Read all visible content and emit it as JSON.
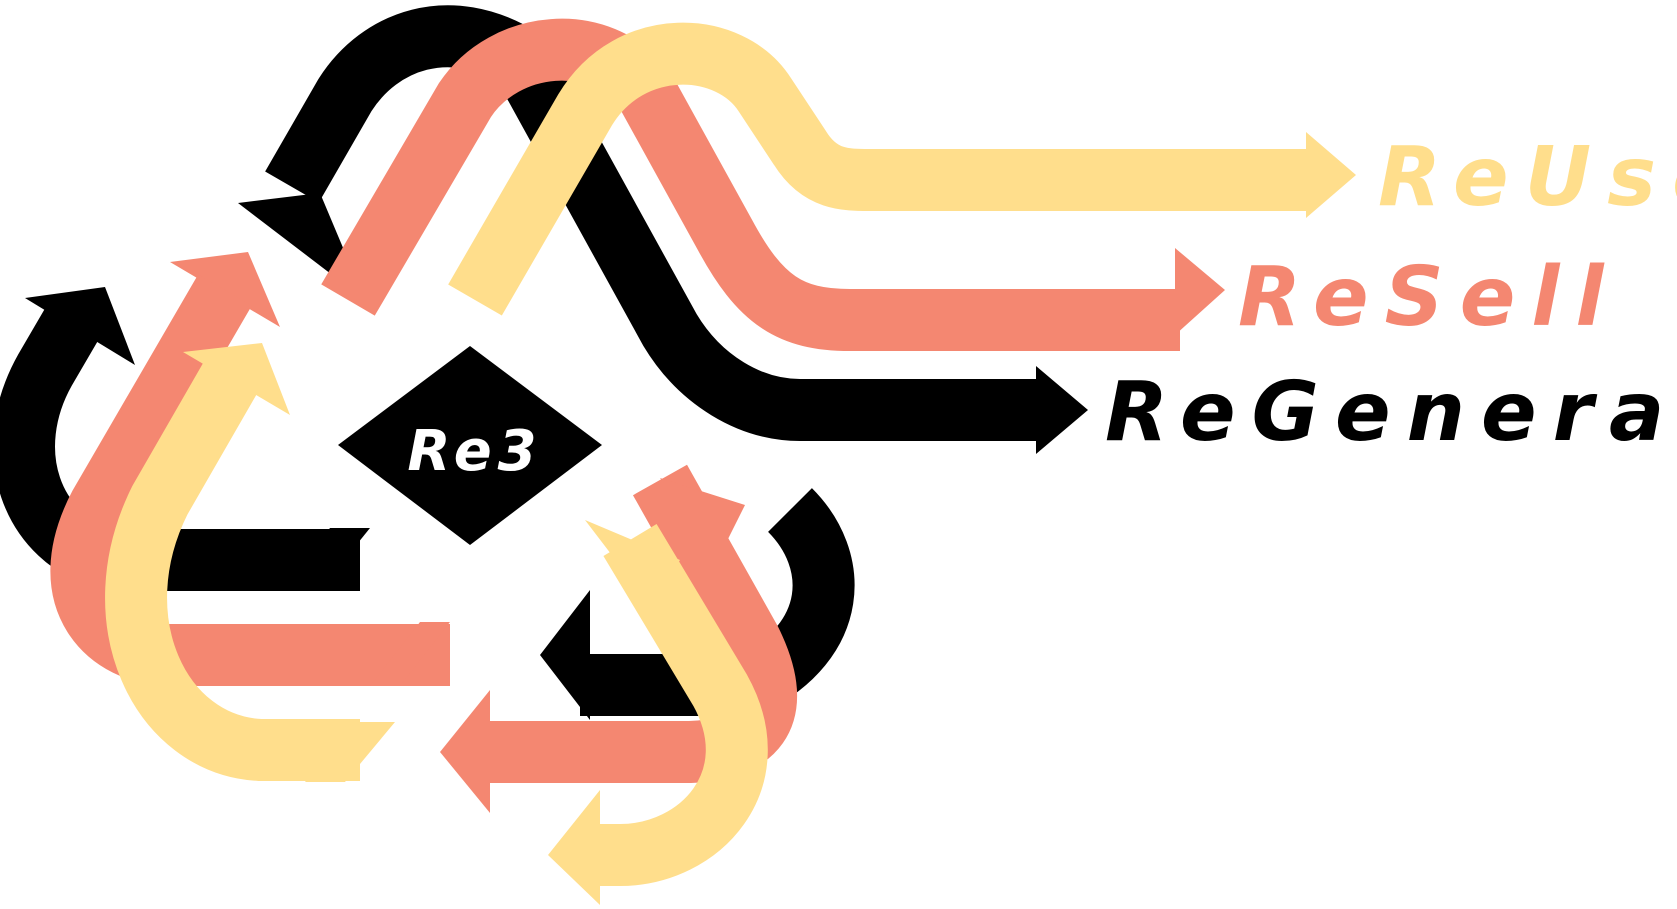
{
  "center": {
    "label": "Re3",
    "fill": "#000000",
    "text_color": "#ffffff"
  },
  "streams": [
    {
      "key": "reuse",
      "label": "ReUse",
      "color": "#FFDE8C"
    },
    {
      "key": "resell",
      "label": "ReSell",
      "color": "#F48771"
    },
    {
      "key": "regenerate",
      "label": "ReGenerate",
      "color": "#000000"
    }
  ]
}
